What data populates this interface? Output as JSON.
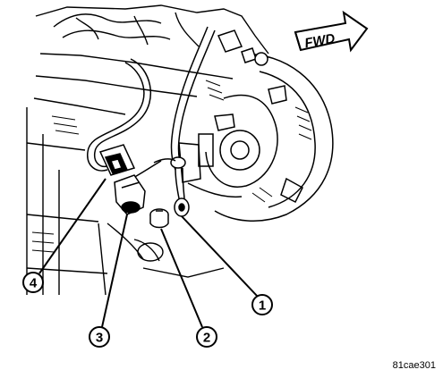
{
  "direction_label": "FWD",
  "callouts": [
    "1",
    "2",
    "3",
    "4"
  ],
  "figure_code": "81cae301"
}
